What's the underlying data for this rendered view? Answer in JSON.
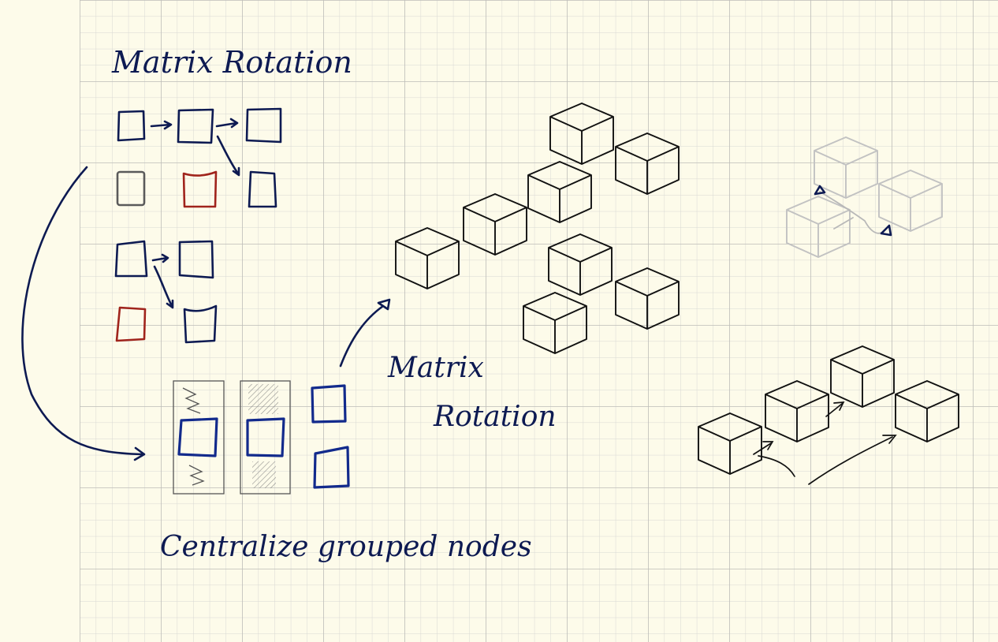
{
  "labels": {
    "title": "Matrix Rotation",
    "middle_line1": "Matrix",
    "middle_line2": "Rotation",
    "bottom": "Centralize grouped nodes"
  },
  "colors": {
    "paper": "#fdfbea",
    "grid_minor": "#d7d7d3",
    "grid_major": "#bdbdb8",
    "ink_navy": "#0d1a52",
    "ink_red": "#a0241c",
    "ink_gray": "#5a5a5a",
    "faint_gray": "#b8b8b8"
  }
}
